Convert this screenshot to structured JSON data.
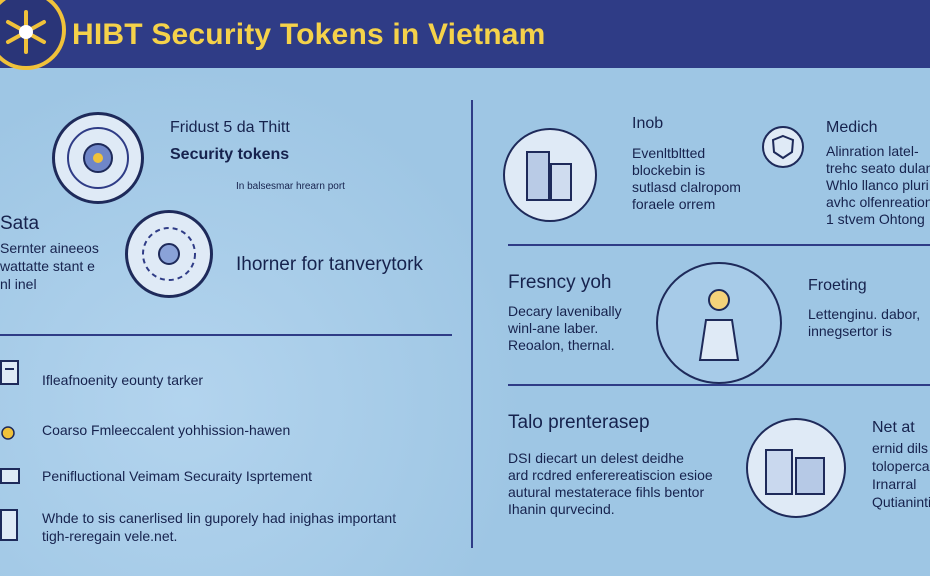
{
  "header": {
    "title": "HIBT Security Tokens in Vietnam"
  },
  "left": {
    "block1": {
      "line1": "Fridust 5 da Thitt",
      "line2": "Security tokens",
      "caption": "In balsesmar hrearn port"
    },
    "block2": {
      "heading": "Sata",
      "lines": [
        "Sernter aineeos",
        "wattatte stant e",
        "nl inel"
      ],
      "caption": "Ihorner for tanverytork"
    },
    "list": [
      "Ifleafnoenity eounty tarker",
      "Coarso Fmleeccalent yohhission-hawen",
      "Penifluctional Veimam Securaity Isprtement",
      "Whde to sis canerlised lin guporely had inighas important",
      "tigh-reregain vele.net."
    ]
  },
  "right": {
    "top1": {
      "heading": "Inob",
      "lines": [
        "Evenltbltted",
        "blockebin is",
        "sutlasd clalropom",
        "foraele orrem"
      ]
    },
    "top2": {
      "heading": "Medich",
      "lines": [
        "Alinration latel-",
        "trehc seato dulane",
        "Whlo llanco pluri",
        "avhc olfenreations",
        "1 stvem Ohtong"
      ]
    },
    "mid1": {
      "heading": "Fresncy yoh",
      "lines": [
        "Decary lavenibally",
        "winl-ane laber.",
        "Reoalon, thernal."
      ]
    },
    "mid2": {
      "heading": "Froeting",
      "lines": [
        "Lettenginu. dabor,",
        "innegsertor is"
      ]
    },
    "bot1": {
      "heading": "Talo prenterasep",
      "lines": [
        "DSI diecart un delest deidhe",
        "ard rcdred enferereatiscion esioe",
        "autural mestaterace fihls bentor",
        "Ihanin qurvecind."
      ]
    },
    "bot2": {
      "heading": "Net at",
      "lines": [
        "ernid dils",
        "toloperca",
        "Irnarral",
        "Qutianintion"
      ]
    }
  },
  "colors": {
    "banner": "#2f3c86",
    "title": "#f5d24a",
    "background": "#9ec6e4",
    "accent": "#f0c23a"
  }
}
